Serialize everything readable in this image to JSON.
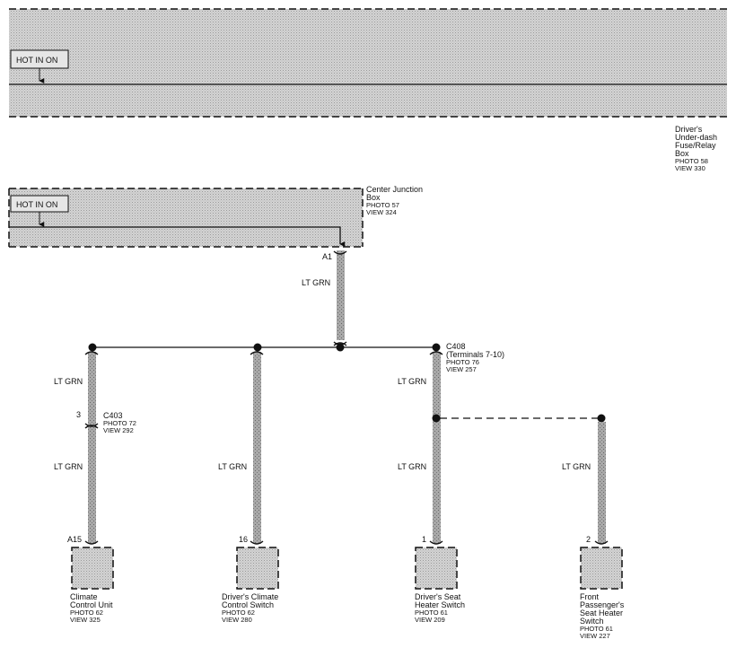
{
  "fuse_box": {
    "signal_label": "HOT IN ON",
    "name_lines": [
      "Driver's",
      "Under-dash",
      "Fuse/Relay",
      "Box"
    ],
    "photo": "PHOTO 58",
    "view": "VIEW 330"
  },
  "junction_box": {
    "signal_label": "HOT IN ON",
    "name_lines": [
      "Center Junction",
      "Box"
    ],
    "photo": "PHOTO 57",
    "view": "VIEW 324",
    "terminal": "A1"
  },
  "main_wire": {
    "color": "LT GRN"
  },
  "connector_c408": {
    "name": "C408",
    "detail": "(Terminals 7-10)",
    "photo": "PHOTO 76",
    "view": "VIEW 257"
  },
  "connector_c403": {
    "name": "C403",
    "pin": "3",
    "photo": "PHOTO 72",
    "view": "VIEW 292"
  },
  "components": [
    {
      "wire_upper": "LT GRN",
      "wire_lower": "LT GRN",
      "pin": "A15",
      "name_lines": [
        "Climate",
        "Control Unit"
      ],
      "photo": "PHOTO 62",
      "view": "VIEW 325"
    },
    {
      "wire_upper": "LT GRN",
      "pin": "16",
      "name_lines": [
        "Driver's Climate",
        "Control Switch"
      ],
      "photo": "PHOTO 62",
      "view": "VIEW 280"
    },
    {
      "wire_upper": "LT GRN",
      "wire_lower": "LT GRN",
      "pin": "1",
      "name_lines": [
        "Driver's Seat",
        "Heater Switch"
      ],
      "photo": "PHOTO 61",
      "view": "VIEW 209"
    },
    {
      "wire_upper": "LT GRN",
      "pin": "2",
      "name_lines": [
        "Front",
        "Passenger's",
        "Seat Heater",
        "Switch"
      ],
      "photo": "PHOTO 61",
      "view": "VIEW 227"
    }
  ]
}
